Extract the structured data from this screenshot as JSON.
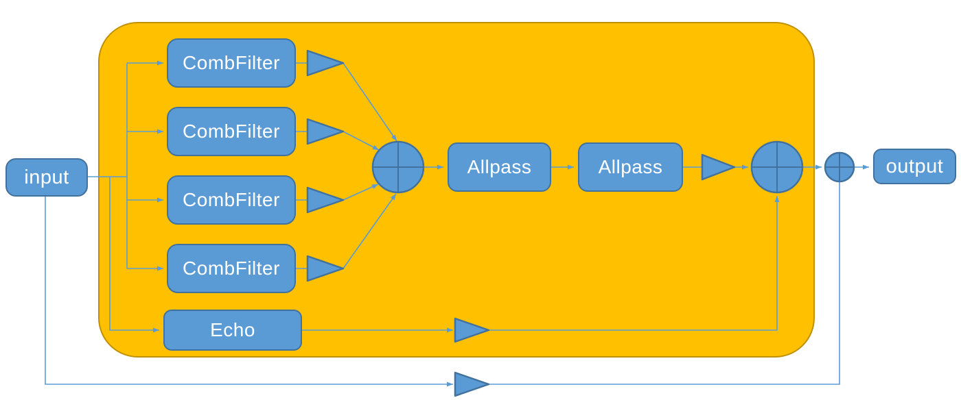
{
  "diagram": {
    "type": "block-diagram",
    "subject": "reverb signal flow",
    "nodes": {
      "input": {
        "label": "input"
      },
      "comb_filter_1": {
        "label": "CombFilter"
      },
      "comb_filter_2": {
        "label": "CombFilter"
      },
      "comb_filter_3": {
        "label": "CombFilter"
      },
      "comb_filter_4": {
        "label": "CombFilter"
      },
      "allpass_1": {
        "label": "Allpass"
      },
      "allpass_2": {
        "label": "Allpass"
      },
      "echo": {
        "label": "Echo"
      },
      "output": {
        "label": "output"
      }
    },
    "symbols": {
      "gain_triangle_count": 7,
      "sum_junction_count": 3
    },
    "colors": {
      "container_fill": "#FFC000",
      "container_stroke": "#BF9000",
      "node_fill": "#5B9BD5",
      "node_stroke": "#41719C",
      "node_text": "#FFFFFF",
      "connector": "#5B9BD5",
      "background": "#FFFFFF"
    }
  }
}
